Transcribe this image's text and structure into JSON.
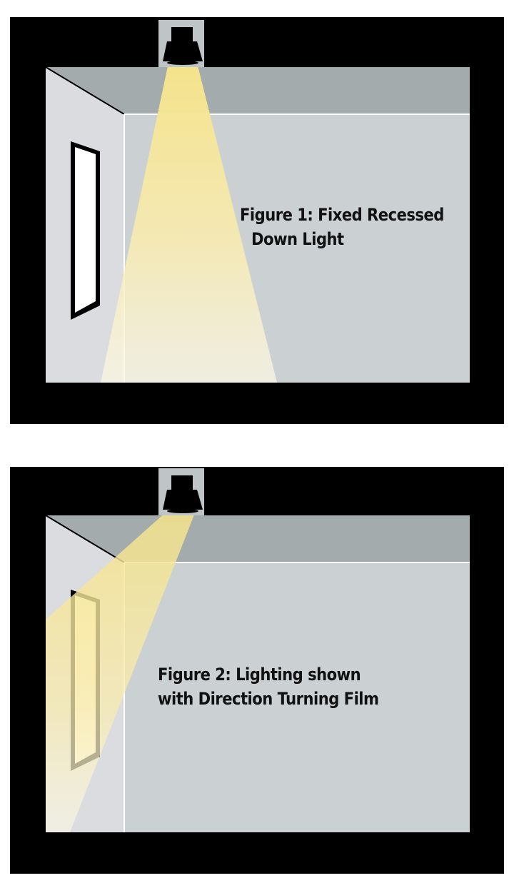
{
  "figures": [
    {
      "caption_line_1": "Figure 1: Fixed Recessed",
      "caption_line_2": "Down Light"
    },
    {
      "caption_line_1": "Figure 2: Lighting shown",
      "caption_line_2": "with Direction Turning Film"
    }
  ],
  "colors": {
    "frame": "#000000",
    "ceiling": "#a3abad",
    "back_wall": "#cbd1d3",
    "side_wall": "#dadcdf",
    "fixture_housing": "#bfc4c7",
    "light_beam": "#f7e79a",
    "window_pane": "#ffffff"
  },
  "icons": [
    "recessed-downlight-icon"
  ]
}
